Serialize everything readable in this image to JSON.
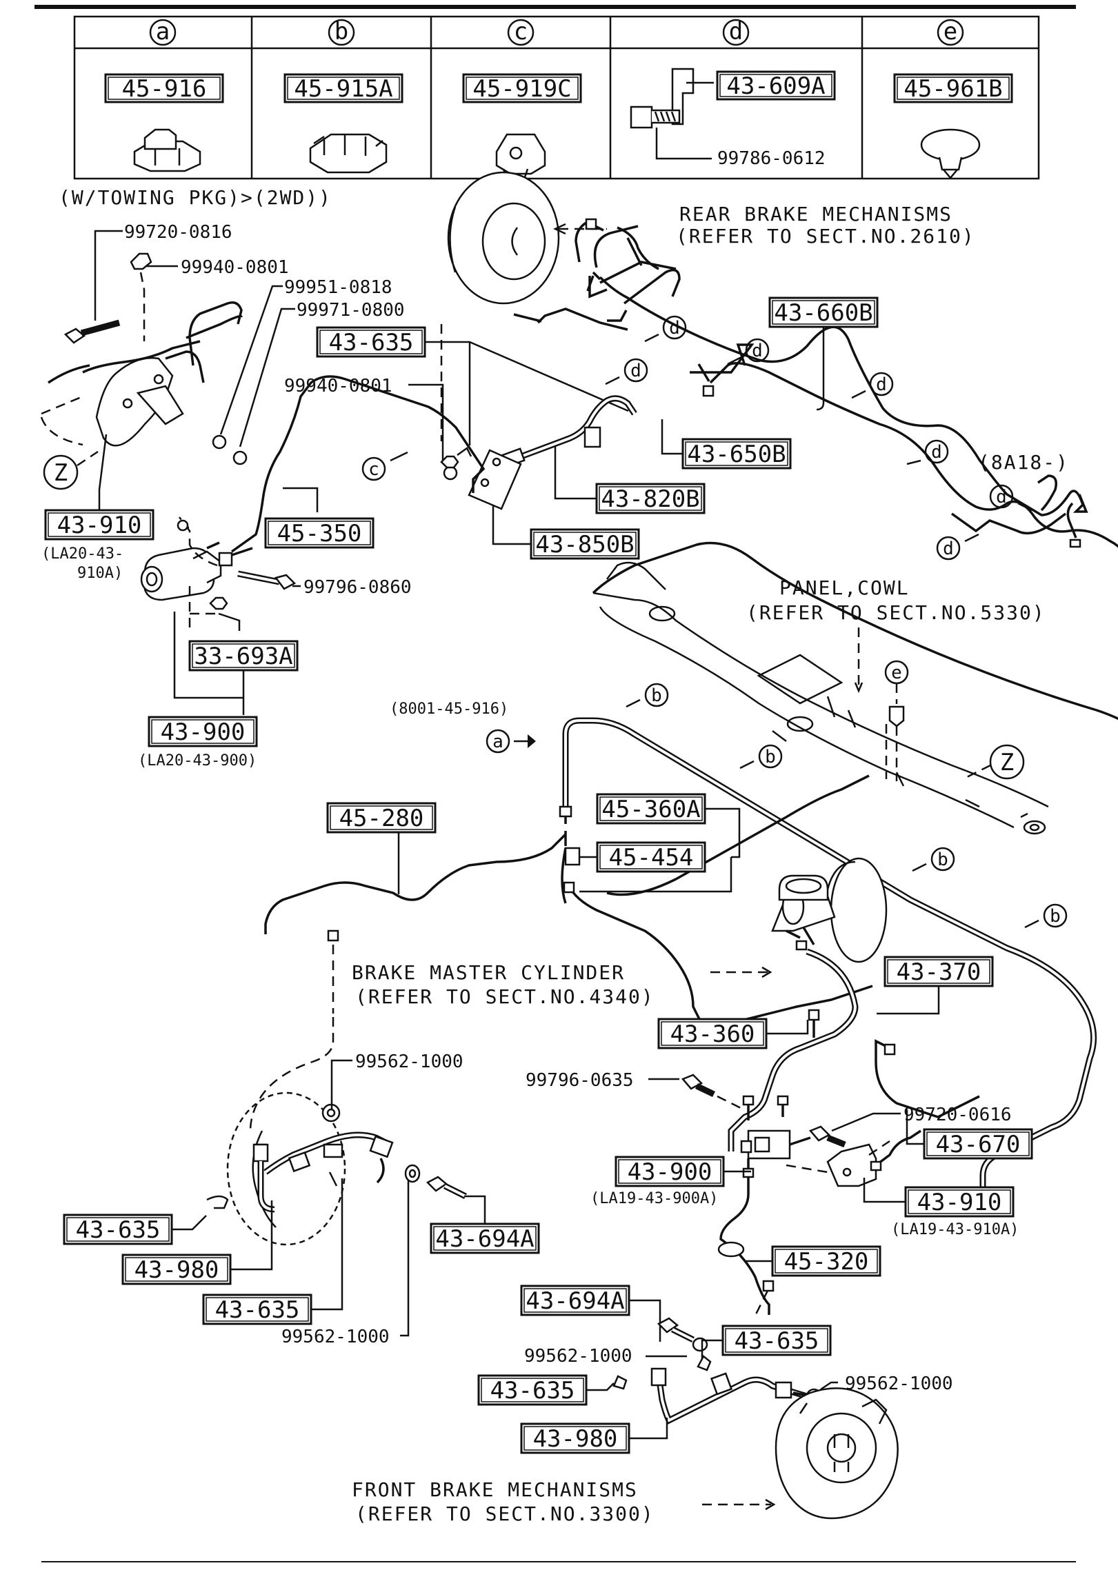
{
  "fastener_table": [
    {
      "key": "a",
      "part": "45-916"
    },
    {
      "key": "b",
      "part": "45-915A"
    },
    {
      "key": "c",
      "part": "45-919C"
    },
    {
      "key": "d",
      "part": "43-609A",
      "bolt": "99786-0612"
    },
    {
      "key": "e",
      "part": "45-961B"
    }
  ],
  "notes": {
    "towing": "(W/TOWING PKG)>(2WD))",
    "rear_brake_1": "REAR BRAKE MECHANISMS",
    "rear_brake_2": "(REFER TO SECT.NO.2610)",
    "panel_1": "PANEL,COWL",
    "panel_2": "(REFER TO SECT.NO.5330)",
    "master_1": "BRAKE MASTER CYLINDER",
    "master_2": "(REFER TO SECT.NO.4340)",
    "front_1": "FRONT BRAKE MECHANISMS",
    "front_2": "(REFER TO SECT.NO.3300)",
    "serial_8a18": "(8A18-)",
    "serial_8001": "(8001-45-916)",
    "la20_910a_1": "(LA20-43-",
    "la20_910a_2": "910A)",
    "la20_900": "(LA20-43-900)",
    "la19_900a": "(LA19-43-900A)",
    "la19_910a": "(LA19-43-910A)",
    "view_z": "Z"
  },
  "boxed_parts": {
    "p43_660B": "43-660B",
    "p43_635_top": "43-635",
    "p43_650B": "43-650B",
    "p43_820B": "43-820B",
    "p43_850B": "43-850B",
    "p43_910_left": "43-910",
    "p45_350": "45-350",
    "p33_693A": "33-693A",
    "p43_900_left": "43-900",
    "p45_280": "45-280",
    "p45_360A": "45-360A",
    "p45_454": "45-454",
    "p43_370": "43-370",
    "p43_360": "43-360",
    "p43_670": "43-670",
    "p43_900_right": "43-900",
    "p43_910_right": "43-910",
    "p45_320": "45-320",
    "p43_694A_right": "43-694A",
    "p43_635_rr1": "43-635",
    "p43_635_rr2": "43-635",
    "p43_980_right": "43-980",
    "p43_635_lf1": "43-635",
    "p43_980_left": "43-980",
    "p43_635_lf2": "43-635",
    "p43_694A_left": "43-694A"
  },
  "plain_parts": {
    "n99720_0816": "99720-0816",
    "n99940_0801_a": "99940-0801",
    "n99951_0818": "99951-0818",
    "n99971_0800": "99971-0800",
    "n99940_0801_b": "99940-0801",
    "n99796_0860": "99796-0860",
    "n99562_1000_a": "99562-1000",
    "n99562_1000_b": "99562-1000",
    "n99796_0635": "99796-0635",
    "n99720_0616": "99720-0616",
    "n99562_1000_c": "99562-1000",
    "n99562_1000_d": "99562-1000"
  },
  "clip_callouts": {
    "a": "a",
    "b": "b",
    "c": "c",
    "d": "d",
    "e": "e"
  }
}
